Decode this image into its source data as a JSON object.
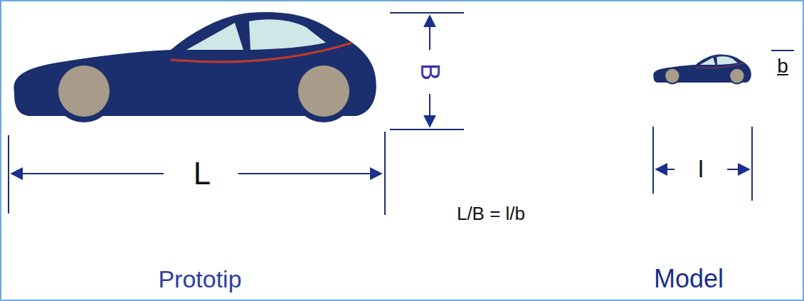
{
  "diagram": {
    "labels": [
      "B",
      "b",
      "L",
      "l",
      "L/B = l/b",
      "Prototip",
      "Model"
    ]
  }
}
